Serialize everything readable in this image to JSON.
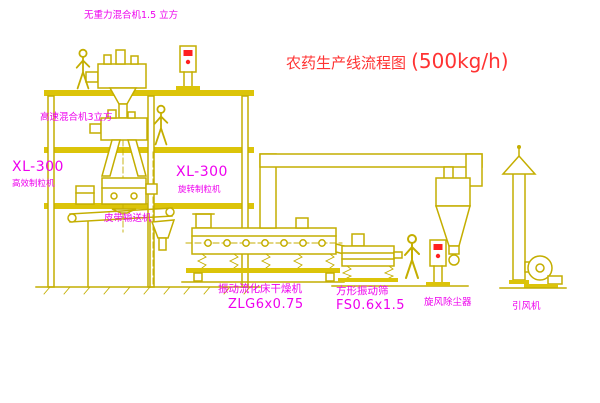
{
  "title": {
    "main": "农药生产线流程图",
    "capacity": "(500kg/h)"
  },
  "labels": {
    "gravity_mixer": "无重力混合机1.5 立方",
    "high_speed_mixer": "高速混合机3立方",
    "granulator_left_model": "XL-300",
    "granulator_left_name": "高效制粒机",
    "granulator_right_model": "XL-300",
    "granulator_right_name": "旋转制粒机",
    "belt_conveyor": "皮带输送机",
    "dryer_name": "振动流化床干燥机",
    "dryer_model": "ZLG6x0.75",
    "screen_name": "方形振动筛",
    "screen_model": "FS0.6x1.5",
    "cyclone": "旋风除尘器",
    "fan": "引风机"
  },
  "colors": {
    "line": "#c4ae00",
    "equipment_fill": "#dcc409",
    "label": "#ee00ee",
    "title": "#ff3333",
    "button": "#ff2020",
    "background": "#ffffff"
  }
}
